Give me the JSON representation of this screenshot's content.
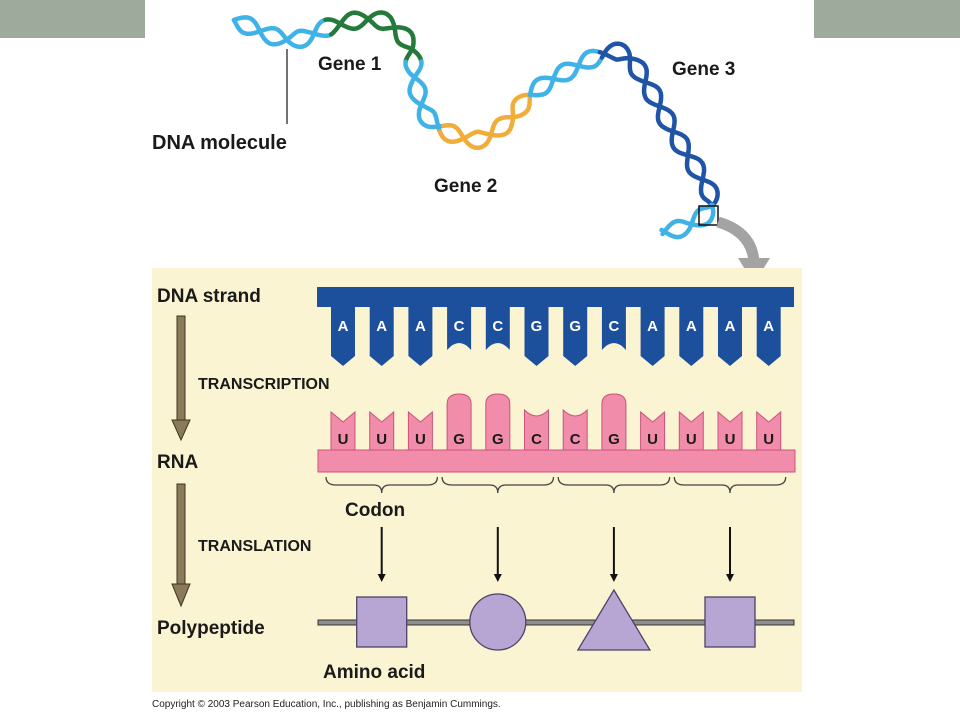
{
  "colors": {
    "panel": "#fbf4d2",
    "dna_light": "#3fb3e8",
    "gene1": "#237a3a",
    "gene2": "#f0ad3a",
    "gene3": "#1f54a6",
    "dna_strand": "#1c4f9c",
    "rna": "#f28cab",
    "amino_acid": "#b7a6d4",
    "arrow_shaft": "#8a7a58"
  },
  "molecule": {
    "dna_molecule_label": "DNA molecule",
    "gene1_label": "Gene 1",
    "gene2_label": "Gene 2",
    "gene3_label": "Gene 3"
  },
  "panel": {
    "dna_strand_label": "DNA strand",
    "transcription_label": "TRANSCRIPTION",
    "rna_label": "RNA",
    "codon_label": "Codon",
    "translation_label": "TRANSLATION",
    "polypeptide_label": "Polypeptide",
    "amino_acid_label": "Amino acid",
    "dna_bases": [
      "A",
      "A",
      "A",
      "C",
      "C",
      "G",
      "G",
      "C",
      "A",
      "A",
      "A",
      "A"
    ],
    "rna_bases": [
      "U",
      "U",
      "U",
      "G",
      "G",
      "C",
      "C",
      "G",
      "U",
      "U",
      "U",
      "U"
    ],
    "amino_acid_shapes": [
      "square",
      "circle",
      "triangle",
      "square"
    ]
  },
  "copyright": "Copyright © 2003 Pearson Education, Inc., publishing as Benjamin Cummings."
}
